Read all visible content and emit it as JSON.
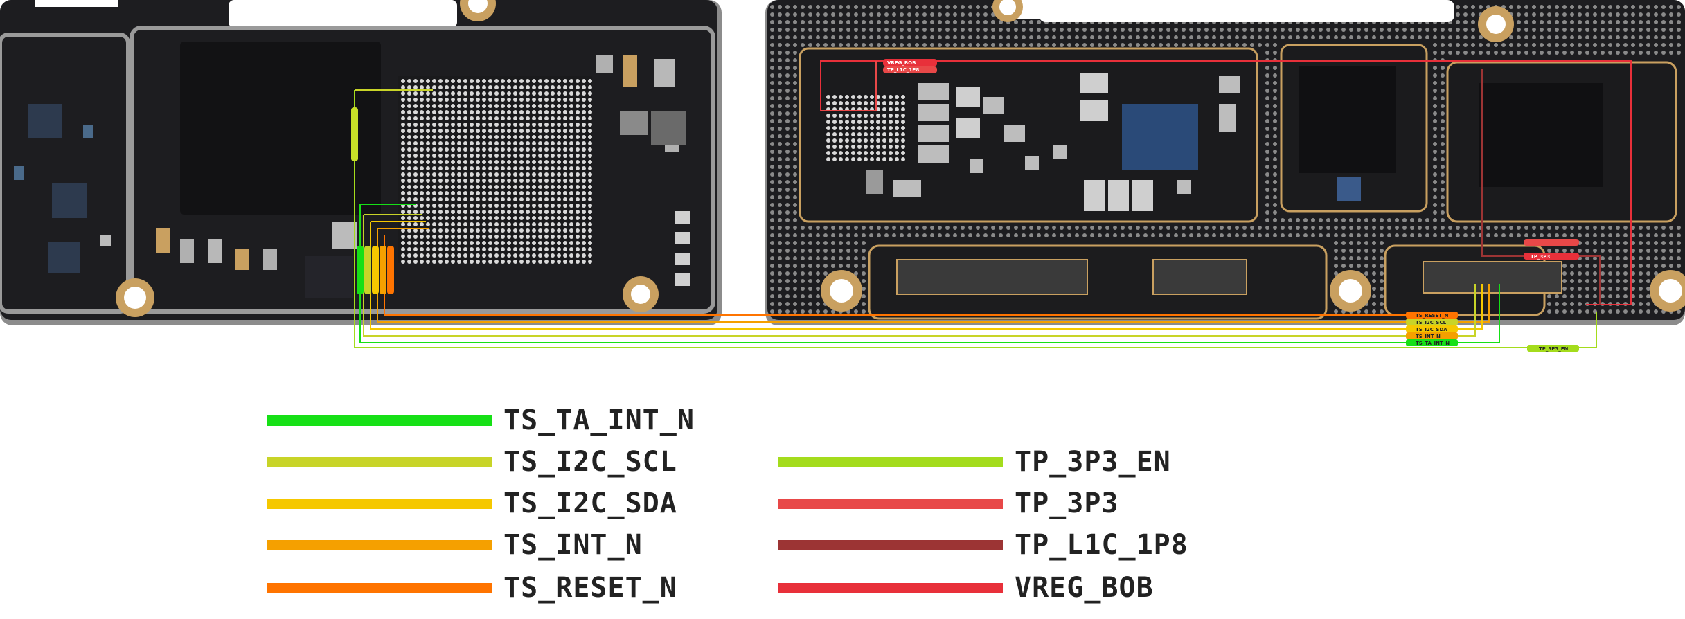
{
  "colors": {
    "TS_TA_INT_N": "#16e016",
    "TS_I2C_SCL": "#c8d428",
    "TS_I2C_SDA": "#f5c800",
    "TS_INT_N": "#f5a000",
    "TS_RESET_N": "#ff7400",
    "TP_3P3_EN": "#a4dc1c",
    "TP_3P3": "#e84848",
    "TP_L1C_1P8": "#9c3434",
    "VREG_BOB": "#e8303a",
    "board": "#1c1c1e",
    "board_edge": "#8a8a8a",
    "pad_gold": "#c9a060",
    "bga": "#d9d9d9",
    "chip_blue": "#2a4a78"
  },
  "legend": {
    "left": [
      {
        "label": "TS_TA_INT_N",
        "color": "#16e016"
      },
      {
        "label": "TS_I2C_SCL",
        "color": "#c8d428"
      },
      {
        "label": "TS_I2C_SDA",
        "color": "#f5c800"
      },
      {
        "label": "TS_INT_N",
        "color": "#f5a000"
      },
      {
        "label": "TS_RESET_N",
        "color": "#ff7400"
      }
    ],
    "right": [
      {
        "label": "TP_3P3_EN",
        "color": "#a4dc1c"
      },
      {
        "label": "TP_3P3",
        "color": "#e84848"
      },
      {
        "label": "TP_L1C_1P8",
        "color": "#9c3434"
      },
      {
        "label": "VREG_BOB",
        "color": "#e8303a"
      }
    ]
  },
  "board_tags": {
    "vreg_bob": "VREG_BOB",
    "tp_l1c": "TP_L1C_1P8",
    "tp_3p3_en": "TP_3P3_EN",
    "tp_3p3": "TP_3P3",
    "stack": [
      "TS_RESET_N",
      "TS_I2C_SCL",
      "TS_I2C_SDA",
      "TS_INT_N",
      "TS_TA_INT_N"
    ]
  }
}
